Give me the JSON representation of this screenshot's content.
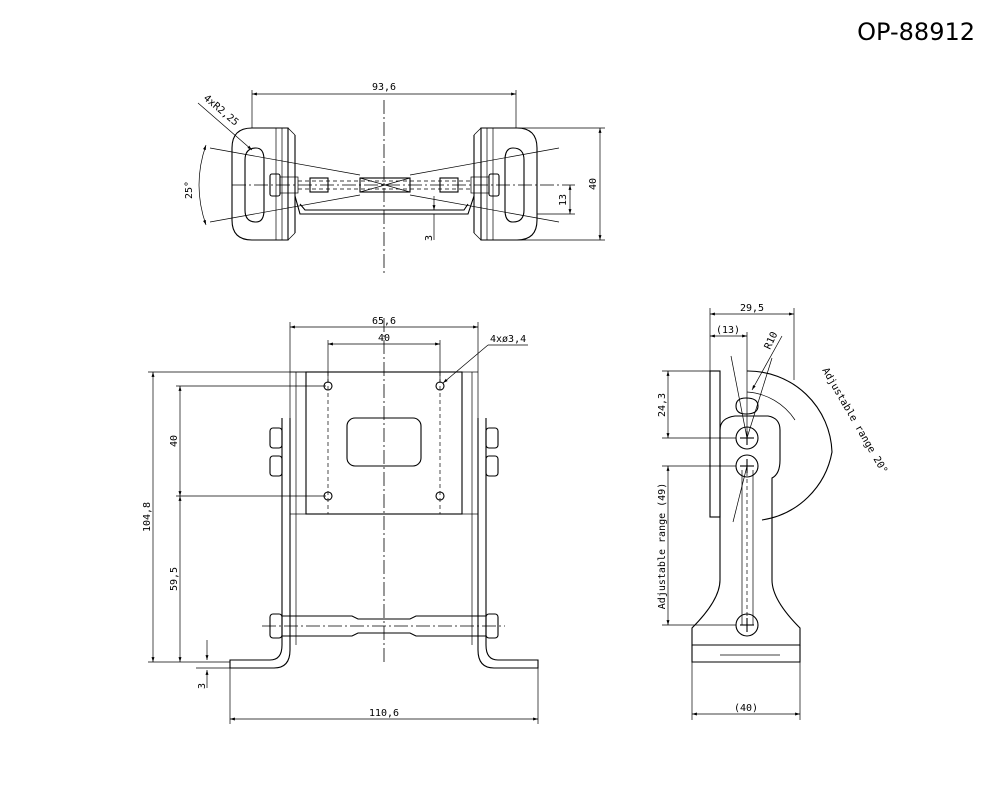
{
  "title": "OP-88912",
  "top_view": {
    "dim_width": "93,6",
    "dim_slot": "4xR2,25",
    "dim_angle": "25°",
    "dim_height": "40",
    "dim_offset": "13",
    "dim_thickness": "3"
  },
  "front_view": {
    "dim_plate_width": "65,6",
    "dim_hole_pitch_x": "40",
    "dim_holes": "4xø3,4",
    "dim_hole_pitch_y": "40",
    "dim_total_height": "104,8",
    "dim_lower_height": "59,5",
    "dim_base_thickness": "3",
    "dim_base_width": "110,6"
  },
  "side_view": {
    "dim_width": "29,5",
    "dim_offset": "(13)",
    "dim_radius": "R10",
    "dim_plate_height": "24,3",
    "dim_angle_range": "Adjustable range 20°",
    "dim_slide_range": "Adjustable range (49)",
    "dim_base_width": "(40)"
  }
}
